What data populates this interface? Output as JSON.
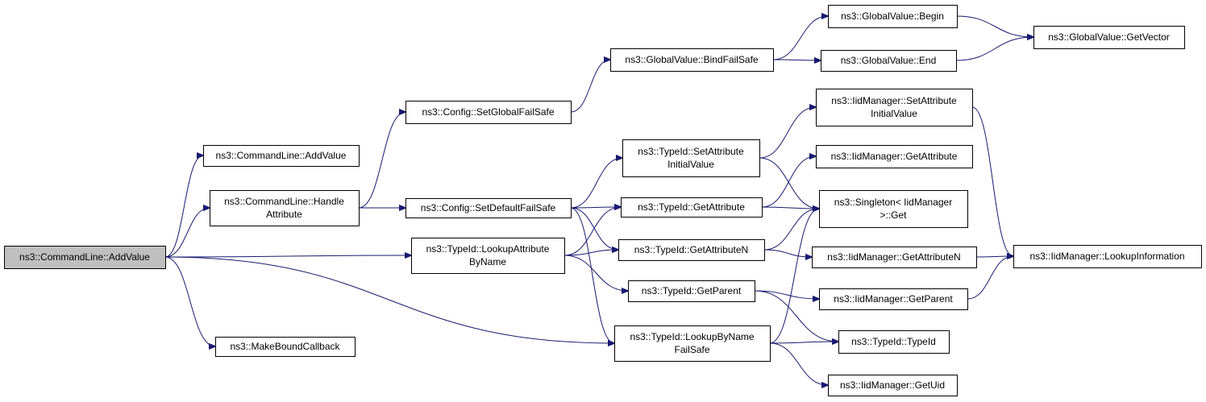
{
  "diagram": {
    "type": "call-graph",
    "colors": {
      "edge": "#191970",
      "root_fill": "#bfbfbf",
      "node_fill": "#ffffff",
      "node_border": "#000000"
    },
    "nodes": [
      {
        "id": "n0",
        "label": [
          "ns3::CommandLine::AddValue"
        ],
        "root": true
      },
      {
        "id": "n1",
        "label": [
          "ns3::CommandLine::AddValue"
        ]
      },
      {
        "id": "n2",
        "label": [
          "ns3::CommandLine::Handle",
          "Attribute"
        ]
      },
      {
        "id": "n3",
        "label": [
          "ns3::TypeId::LookupAttribute",
          "ByName"
        ]
      },
      {
        "id": "n4",
        "label": [
          "ns3::TypeId::LookupByName",
          "FailSafe"
        ]
      },
      {
        "id": "n5",
        "label": [
          "ns3::MakeBoundCallback"
        ]
      },
      {
        "id": "n6",
        "label": [
          "ns3::Config::SetGlobalFailSafe"
        ]
      },
      {
        "id": "n7",
        "label": [
          "ns3::Config::SetDefaultFailSafe"
        ]
      },
      {
        "id": "n8",
        "label": [
          "ns3::GlobalValue::BindFailSafe"
        ]
      },
      {
        "id": "n9",
        "label": [
          "ns3::GlobalValue::Begin"
        ]
      },
      {
        "id": "n10",
        "label": [
          "ns3::GlobalValue::End"
        ]
      },
      {
        "id": "n11",
        "label": [
          "ns3::GlobalValue::GetVector"
        ]
      },
      {
        "id": "n12",
        "label": [
          "ns3::TypeId::SetAttribute",
          "InitialValue"
        ]
      },
      {
        "id": "n13",
        "label": [
          "ns3::TypeId::GetAttribute"
        ]
      },
      {
        "id": "n14",
        "label": [
          "ns3::TypeId::GetAttributeN"
        ]
      },
      {
        "id": "n15",
        "label": [
          "ns3::TypeId::GetParent"
        ]
      },
      {
        "id": "n16",
        "label": [
          "ns3::IidManager::SetAttribute",
          "InitialValue"
        ]
      },
      {
        "id": "n17",
        "label": [
          "ns3::IidManager::GetAttribute"
        ]
      },
      {
        "id": "n18",
        "label": [
          "ns3::Singleton< IidManager",
          ">::Get"
        ]
      },
      {
        "id": "n19",
        "label": [
          "ns3::IidManager::GetAttributeN"
        ]
      },
      {
        "id": "n20",
        "label": [
          "ns3::IidManager::GetParent"
        ]
      },
      {
        "id": "n21",
        "label": [
          "ns3::TypeId::TypeId"
        ]
      },
      {
        "id": "n22",
        "label": [
          "ns3::IidManager::GetUid"
        ]
      },
      {
        "id": "n23",
        "label": [
          "ns3::IidManager::LookupInformation"
        ]
      }
    ],
    "edges": [
      {
        "from": "n0",
        "to": "n1"
      },
      {
        "from": "n0",
        "to": "n2"
      },
      {
        "from": "n0",
        "to": "n3"
      },
      {
        "from": "n0",
        "to": "n4"
      },
      {
        "from": "n0",
        "to": "n5"
      },
      {
        "from": "n2",
        "to": "n6"
      },
      {
        "from": "n2",
        "to": "n7"
      },
      {
        "from": "n6",
        "to": "n8"
      },
      {
        "from": "n8",
        "to": "n9"
      },
      {
        "from": "n8",
        "to": "n10"
      },
      {
        "from": "n9",
        "to": "n11"
      },
      {
        "from": "n10",
        "to": "n11"
      },
      {
        "from": "n7",
        "to": "n12"
      },
      {
        "from": "n7",
        "to": "n13"
      },
      {
        "from": "n7",
        "to": "n14"
      },
      {
        "from": "n7",
        "to": "n4"
      },
      {
        "from": "n3",
        "to": "n13"
      },
      {
        "from": "n3",
        "to": "n14"
      },
      {
        "from": "n3",
        "to": "n15"
      },
      {
        "from": "n12",
        "to": "n16"
      },
      {
        "from": "n12",
        "to": "n18"
      },
      {
        "from": "n13",
        "to": "n17"
      },
      {
        "from": "n13",
        "to": "n18"
      },
      {
        "from": "n14",
        "to": "n18"
      },
      {
        "from": "n14",
        "to": "n19"
      },
      {
        "from": "n15",
        "to": "n20"
      },
      {
        "from": "n15",
        "to": "n21"
      },
      {
        "from": "n4",
        "to": "n18"
      },
      {
        "from": "n4",
        "to": "n21"
      },
      {
        "from": "n4",
        "to": "n22"
      },
      {
        "from": "n16",
        "to": "n23"
      },
      {
        "from": "n19",
        "to": "n23"
      },
      {
        "from": "n20",
        "to": "n23"
      }
    ]
  }
}
